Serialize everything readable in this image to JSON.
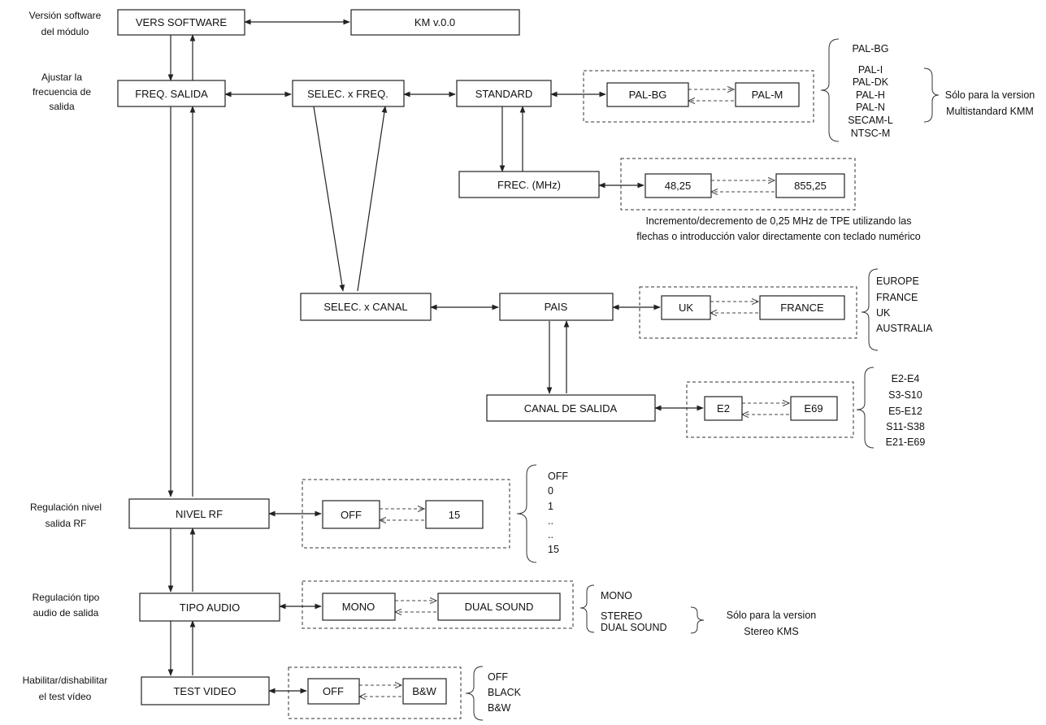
{
  "diagram": {
    "side_labels": {
      "version": [
        "Versión software",
        "del módulo"
      ],
      "freq": [
        "Ajustar la",
        "frecuencia de",
        "salida"
      ],
      "rf": [
        "Regulación nivel",
        "salida RF"
      ],
      "audio": [
        "Regulación tipo",
        "audio de salida"
      ],
      "video": [
        "Habilitar/dishabilitar",
        "el test vídeo"
      ]
    },
    "boxes": {
      "vers_software": "VERS SOFTWARE",
      "km_version": "KM   v.0.0",
      "freq_salida": "FREQ. SALIDA",
      "selec_freq": "SELEC. x FREQ.",
      "standard": "STANDARD",
      "pal_bg": "PAL-BG",
      "pal_m": "PAL-M",
      "frec_mhz": "FREC. (MHz)",
      "freq_min": "48,25",
      "freq_max": "855,25",
      "selec_canal": "SELEC. x CANAL",
      "pais": "PAIS",
      "uk": "UK",
      "france": "FRANCE",
      "canal_salida": "CANAL DE SALIDA",
      "e2": "E2",
      "e69": "E69",
      "nivel_rf": "NIVEL RF",
      "rf_off": "OFF",
      "rf_15": "15",
      "tipo_audio": "TIPO AUDIO",
      "mono": "MONO",
      "dual_sound": "DUAL SOUND",
      "test_video": "TEST VIDEO",
      "video_off": "OFF",
      "video_bw": "B&W"
    },
    "option_lists": {
      "standards": [
        "PAL-BG",
        "PAL-I",
        "PAL-DK",
        "PAL-H",
        "PAL-N",
        "SECAM-L",
        "NTSC-M"
      ],
      "countries": [
        "EUROPE",
        "FRANCE",
        "UK",
        "AUSTRALIA"
      ],
      "channels": [
        "E2-E4",
        "S3-S10",
        "E5-E12",
        "S11-S38",
        "E21-E69"
      ],
      "rf_levels": [
        "OFF",
        "0",
        "1",
        "..",
        "..",
        "15"
      ],
      "audio_types": [
        "MONO",
        "STEREO",
        "DUAL SOUND"
      ],
      "video_tests": [
        "OFF",
        "BLACK",
        "B&W"
      ]
    },
    "notes": {
      "multistandard": [
        "Sólo para la version",
        "Multistandard KMM"
      ],
      "stereo": [
        "Sólo para la version",
        "Stereo KMS"
      ],
      "freq_step": [
        "Incremento/decremento de 0,25 MHz de TPE utilizando las",
        "flechas o introducción valor directamente con teclado numérico"
      ]
    }
  }
}
